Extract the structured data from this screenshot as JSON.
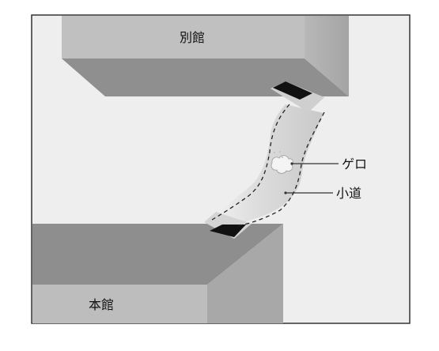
{
  "buildings": {
    "annex": {
      "label": "別館"
    },
    "main": {
      "label": "本館"
    }
  },
  "callouts": {
    "vomit": {
      "label": "ゲロ"
    },
    "path": {
      "label": "小道"
    }
  },
  "colors": {
    "ground": "#eeeeee",
    "building_top": "#bdbdbd",
    "building_front": "#8f8f8f",
    "building_side": "#a9a9a9",
    "path": "#d9d9d9",
    "opening": "#111111",
    "border": "#333333"
  }
}
